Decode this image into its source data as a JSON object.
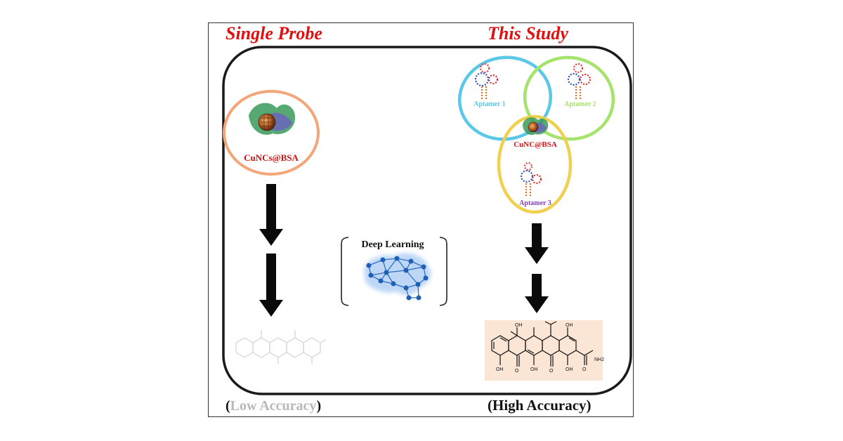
{
  "left_title": "Single Probe",
  "right_title": "This Study",
  "probe_left_label": "CuNCs@BSA",
  "probe_right_label": "CuNC@BSA",
  "aptamers": [
    "Aptamer 1",
    "Aptamer 2",
    "Aptamer 3"
  ],
  "center_label": "Deep Learning",
  "result_left": {
    "open": "(",
    "word": "Low Accuracy",
    "close": ")"
  },
  "result_right": "(High Accuracy)",
  "molecule_labels": {
    "oh": "OH",
    "nh2": "NH2",
    "o": "O"
  },
  "colors": {
    "title_red": "#e01010",
    "orange_ring": "#f4a679",
    "aptamer1": "#5bc8e8",
    "aptamer2": "#a6e36a",
    "aptamer3": "#f0d050",
    "aptamer3_text": "#8a3fc0",
    "network_blue": "#2f6fc4"
  }
}
